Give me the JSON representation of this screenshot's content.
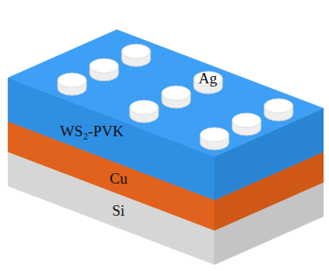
{
  "diagram": {
    "labels": [
      "Ag",
      "WS₂-PVK",
      "Cu",
      "Si"
    ]
  }
}
